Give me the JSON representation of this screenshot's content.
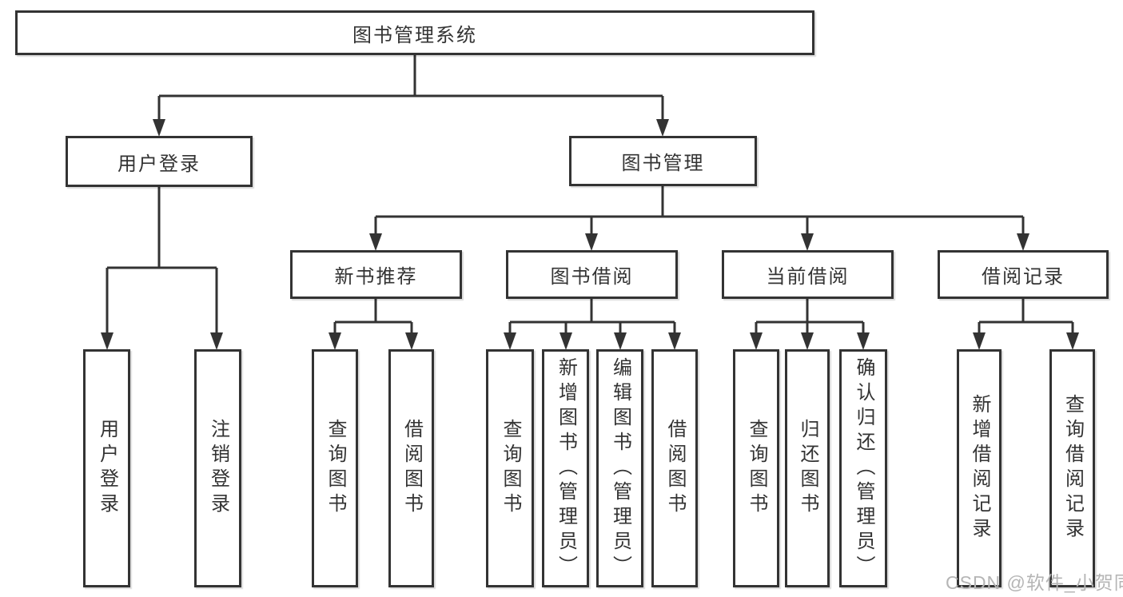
{
  "nodes": {
    "root": {
      "label": "图书管理系统"
    },
    "user_login": {
      "label": "用户登录"
    },
    "book_mgmt": {
      "label": "图书管理"
    },
    "login": {
      "label": "用户登录"
    },
    "logout": {
      "label": "注销登录"
    },
    "new_book_rec": {
      "label": "新书推荐"
    },
    "nbr_query": {
      "label": "查询图书"
    },
    "nbr_borrow": {
      "label": "借阅图书"
    },
    "book_borrow": {
      "label": "图书借阅"
    },
    "bb_query": {
      "label": "查询图书"
    },
    "bb_add": {
      "label": "新增图书（管理员）"
    },
    "bb_edit": {
      "label": "编辑图书（管理员）"
    },
    "bb_borrow": {
      "label": "借阅图书"
    },
    "current_borrow": {
      "label": "当前借阅"
    },
    "cb_query": {
      "label": "查询图书"
    },
    "cb_return": {
      "label": "归还图书"
    },
    "cb_confirm": {
      "label": "确认归还（管理员）"
    },
    "borrow_record": {
      "label": "借阅记录"
    },
    "br_add": {
      "label": "新增借阅记录"
    },
    "br_query": {
      "label": "查询借阅记录"
    }
  },
  "hierarchy": {
    "图书管理系统": {
      "用户登录": [
        "用户登录",
        "注销登录"
      ],
      "图书管理": {
        "新书推荐": [
          "查询图书",
          "借阅图书"
        ],
        "图书借阅": [
          "查询图书",
          "新增图书（管理员）",
          "编辑图书（管理员）",
          "借阅图书"
        ],
        "当前借阅": [
          "查询图书",
          "归还图书",
          "确认归还（管理员）"
        ],
        "借阅记录": [
          "新增借阅记录",
          "查询借阅记录"
        ]
      }
    }
  },
  "watermark": {
    "text": "CSDN @软件_小贺同学"
  },
  "colors": {
    "line": "#333333",
    "border": "#333333",
    "text": "#333333",
    "watermark": "#b5b5b5",
    "background": "#ffffff"
  }
}
